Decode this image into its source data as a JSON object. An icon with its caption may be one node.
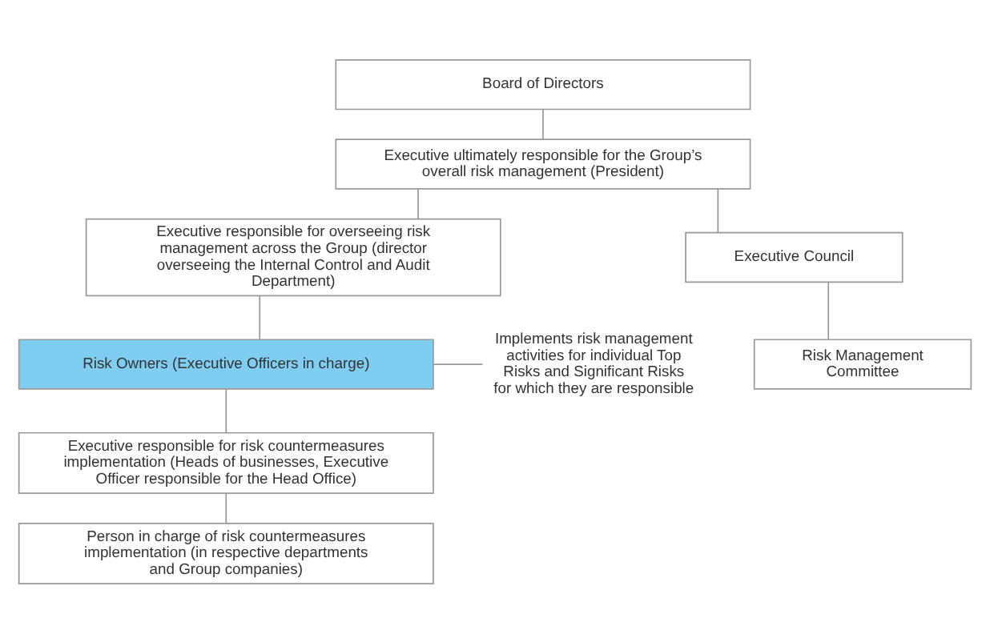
{
  "diagram": {
    "nodes": [
      {
        "text": [
          "Board of Directors"
        ]
      },
      {
        "text": [
          "Executive ultimately responsible for the Group’s overall risk management (President)"
        ]
      },
      {
        "text": [
          "Executive responsible for overseeing risk management across the Group (director overseeing the Internal Control and Audit Department)"
        ]
      },
      {
        "text": [
          "Executive Council"
        ]
      },
      {
        "text": [
          "Risk Management Committee"
        ]
      },
      {
        "text": [
          "Risk Owners (Executive Officers in charge)"
        ]
      },
      {
        "text": [
          "Implements risk management activities for individual Top Risks and Significant Risks for which they are responsible"
        ]
      },
      {
        "text": [
          "Executive responsible for risk countermeasures implementation (Heads of businesses, Executive Officer responsible for the Head Office)"
        ]
      },
      {
        "text": [
          "Person in charge of risk countermeasures implementation (in respective departments and Group companies)"
        ]
      }
    ],
    "edges": [
      {
        "from": 0,
        "to": 1,
        "arrow": "none"
      },
      {
        "from": 1,
        "to": 2,
        "arrow": "none"
      },
      {
        "from": 1,
        "to": 3,
        "arrow": "none"
      },
      {
        "from": 3,
        "to": 4,
        "arrow": "none"
      },
      {
        "from": 2,
        "to": 5,
        "arrow": "none"
      },
      {
        "from": 5,
        "to": 6,
        "arrow": "none"
      },
      {
        "from": 5,
        "to": 7,
        "arrow": "none"
      },
      {
        "from": 7,
        "to": 8,
        "arrow": "none"
      }
    ]
  }
}
